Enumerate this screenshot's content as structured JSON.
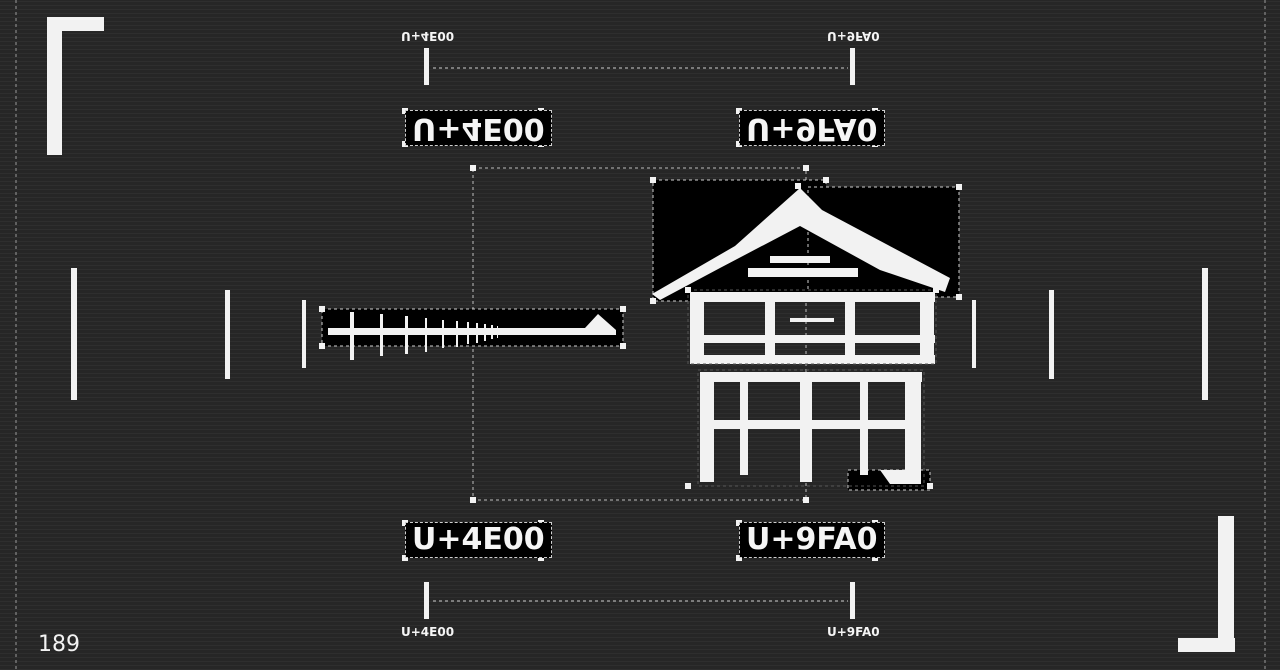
{
  "page_number": "189",
  "codepoints": {
    "start": "U+4E00",
    "end": "U+9FA0"
  },
  "colors": {
    "background": "#262626",
    "foreground": "#f2f2f2",
    "panel": "#000000"
  },
  "glyphs": {
    "left": "一",
    "right": "龠"
  }
}
